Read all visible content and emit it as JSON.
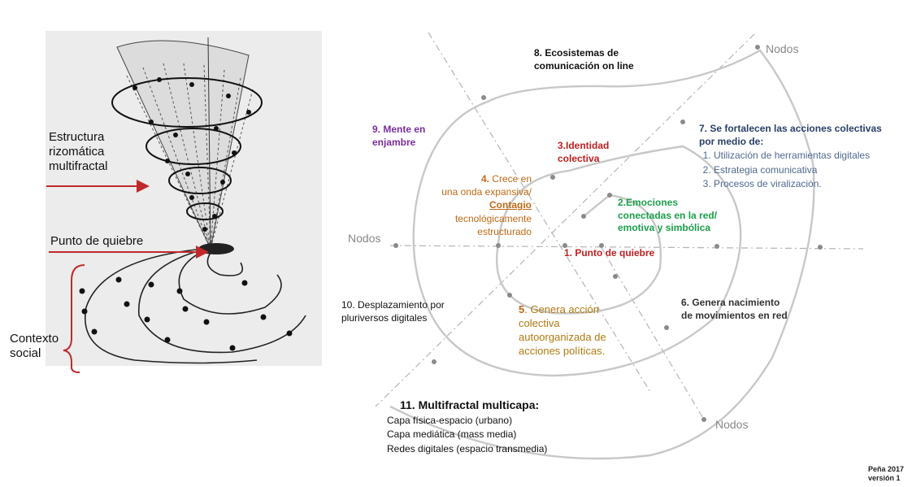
{
  "left_panel": {
    "structure_label": [
      "Estructura",
      "rizomática",
      "multifractal"
    ],
    "break_point_label": "Punto de quiebre",
    "context_label": [
      "Contexto",
      "social"
    ]
  },
  "nodes_label": "Nodos",
  "steps": {
    "s1": "1. Punto de quiebre",
    "s2": [
      "2.Emociones",
      "conectadas en la red/",
      "emotiva y simbólica"
    ],
    "s3": [
      "3.Identidad",
      "colectiva"
    ],
    "s4": {
      "number": "4.",
      "line1": " Crece en",
      "line2": "una onda expansiva/",
      "underlined": "Contagio",
      "line4": "tecnológicamente",
      "line5": "estructurado"
    },
    "s5": {
      "number": "5",
      "line1": ". Genera acción",
      "line2": "colectiva",
      "line3": "autoorganizada de",
      "line4": "acciones políticas."
    },
    "s6": [
      "6. Genera nacimiento",
      "de movimientos en red"
    ],
    "s7": {
      "title": [
        "7. Se fortalecen las acciones colectivas",
        "por medio de:"
      ],
      "items": [
        "Utilización de herramientas digitales",
        "Estrategia comunicativa",
        "Procesos de viralización."
      ]
    },
    "s8": [
      "8. Ecosistemas de",
      "comunicación on line"
    ],
    "s9": [
      "9. Mente en",
      "enjambre"
    ],
    "s10": [
      "10. Desplazamiento por",
      "pluriversos digitales"
    ],
    "s11": {
      "title": "11. Multifractal multicapa:",
      "items": [
        "Capa física-espacio (urbano)",
        "Capa mediática (mass media)",
        "Redes digitales (espacio transmedia)"
      ]
    }
  },
  "credit": [
    "Peña 2017",
    "versión 1"
  ],
  "colors": {
    "spiral": "#c8c8c8",
    "axes": "#b4b4b4",
    "arrow": "#c0292b",
    "step2": "#1aa04a",
    "step3": "#c01f1f",
    "step4": "#c06a16",
    "step5": "#b07a12",
    "step7": "#2a3f66",
    "step9": "#7a2e9e"
  }
}
